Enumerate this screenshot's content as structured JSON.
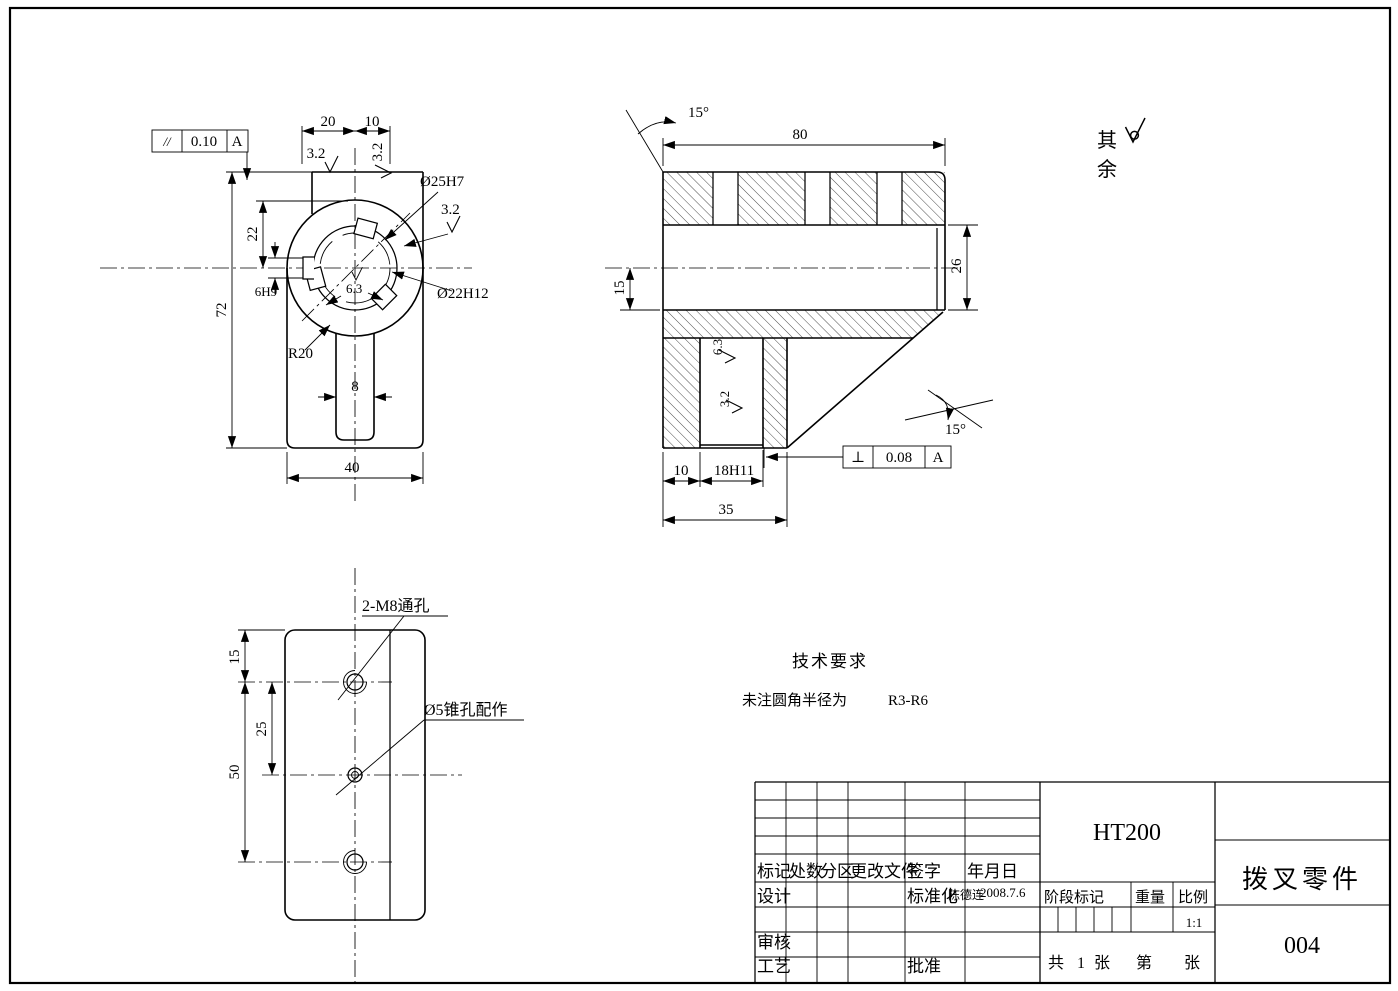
{
  "front_view": {
    "tol_sym": "//",
    "tol_val": "0.10",
    "tol_datum": "A",
    "dim_20": "20",
    "dim_10": "10",
    "dim_22": "22",
    "dim_72": "72",
    "dim_6h9": "6H9",
    "dim_8": "8",
    "dim_40": "40",
    "bore_label_1": "Ø25H7",
    "bore_label_2": "Ø22H12",
    "radius_label": "R20",
    "sf_top": "3.2",
    "sf_side": "3.2",
    "sf_bore": "3.2",
    "sf_inner": "6.3"
  },
  "section_view": {
    "angle_top": "15°",
    "dim_80": "80",
    "dim_26": "26",
    "dim_15": "15",
    "sf_slot_1": "6.3",
    "sf_slot_2": "3.2",
    "angle_bottom": "15°",
    "dim_10": "10",
    "dim_18h11": "18H11",
    "dim_35": "35",
    "tol_sym": "⊥",
    "tol_val": "0.08",
    "tol_datum": "A"
  },
  "surface_note": {
    "char_1": "其",
    "char_2": "余"
  },
  "bottom_view": {
    "hole_label": "2-M8通孔",
    "taper_label": "Ø5锥孔配作",
    "dim_15": "15",
    "dim_25": "25",
    "dim_50": "50"
  },
  "tech_req": {
    "title": "技术要求",
    "text": "未注圆角半径为",
    "value": "R3-R6"
  },
  "title_block": {
    "col_mark": "标记",
    "col_count": "处数",
    "col_zone": "分区",
    "col_file": "更改文件",
    "col_sign": "签字",
    "col_date": "年月日",
    "row_design": "设计",
    "row_standard": "标准化",
    "designer": "陈德连",
    "date": "2008.7.6",
    "row_check": "审核",
    "row_process": "工艺",
    "row_approve": "批准",
    "stage_label": "阶段标记",
    "weight_label": "重量",
    "scale_label": "比例",
    "scale_value": "1:1",
    "total_label": "共",
    "total_value": "1",
    "sheet_label": "张",
    "page_label": "第",
    "page_unit": "张",
    "material": "HT200",
    "part_name": "拨叉零件",
    "part_number": "004"
  }
}
